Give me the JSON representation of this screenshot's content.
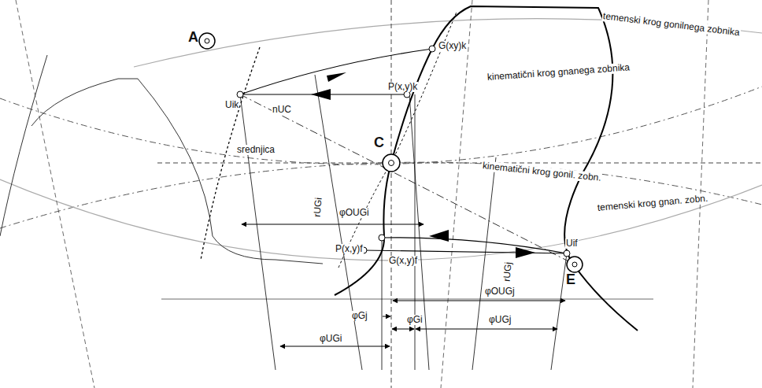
{
  "diagram": {
    "labels": [
      "A",
      "Uik",
      "P(x,y)k",
      "G(xy)k",
      "temenski krog gonilnega zobnika",
      "nUC",
      "C",
      "kinematični krog gnanega zobnika",
      "srednjica",
      "rUGi",
      "kinematični krog gonil. zobn.",
      "φOUGi",
      "temenski krog gnan. zobn.",
      "P(x,y)f",
      "G(x,y)f",
      "Uif",
      "E",
      "φOUGj",
      "φGj",
      "φGi",
      "φUGj",
      "rUGj",
      "φUGi"
    ]
  }
}
